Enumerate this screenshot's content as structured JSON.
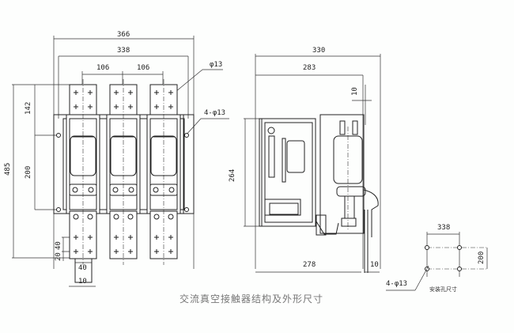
{
  "title": "交流真空接触器结构及外形尺寸",
  "front_view": {
    "dims": {
      "overall_width": "366",
      "mount_width": "338",
      "pitch_left": "106",
      "pitch_right": "106",
      "hole_top": "φ13",
      "hole_side": "4-φ13",
      "height_total": "485",
      "height_upper": "142",
      "height_mount": "200",
      "terminal_spacing_a": "40",
      "terminal_spacing_b": "20",
      "terminal_width_a": "40",
      "terminal_width_b": "10"
    },
    "poles": 3
  },
  "side_view": {
    "dims": {
      "overall_depth": "330",
      "depth_upper": "283",
      "depth_lower": "278",
      "height": "264",
      "plate_thickness": "10",
      "top_offset": "10"
    }
  },
  "mounting_view": {
    "dims": {
      "width": "338",
      "height": "200",
      "holes": "4-φ13"
    },
    "caption": "安装孔尺寸"
  }
}
